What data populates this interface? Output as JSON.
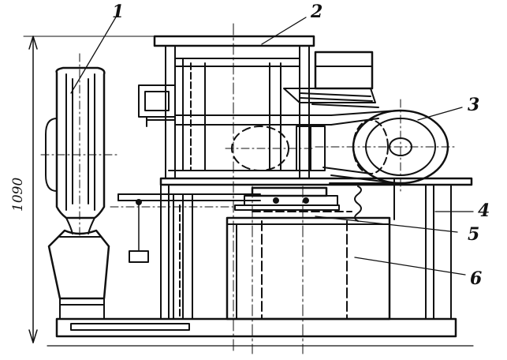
{
  "diagram": {
    "callouts": [
      {
        "id": "1",
        "text": "1"
      },
      {
        "id": "2",
        "text": "2"
      },
      {
        "id": "3",
        "text": "3"
      },
      {
        "id": "4",
        "text": "4"
      },
      {
        "id": "5",
        "text": "5"
      },
      {
        "id": "6",
        "text": "6"
      }
    ],
    "dimension": {
      "text": "1090"
    },
    "colors": {
      "ink": "#111111",
      "background": "#ffffff"
    }
  }
}
